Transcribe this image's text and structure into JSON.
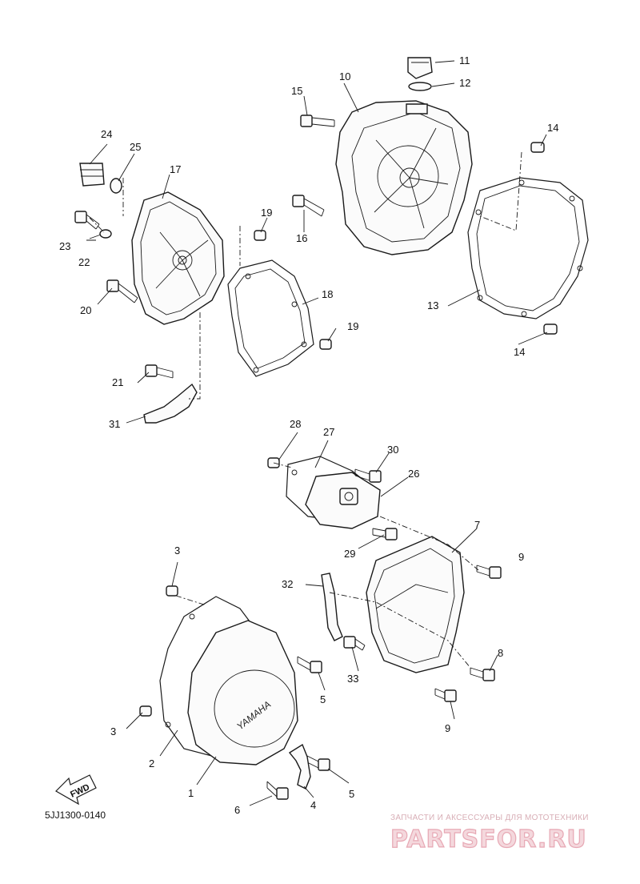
{
  "callouts": [
    "1",
    "2",
    "3",
    "3",
    "4",
    "5",
    "5",
    "6",
    "7",
    "8",
    "9",
    "9",
    "10",
    "11",
    "12",
    "13",
    "14",
    "14",
    "15",
    "16",
    "17",
    "18",
    "19",
    "19",
    "20",
    "21",
    "22",
    "23",
    "24",
    "25",
    "26",
    "27",
    "28",
    "29",
    "30",
    "31",
    "32",
    "33"
  ],
  "fwd_label": "FWD",
  "cover_brand": "YAMAHA",
  "diagram_code": "5JJ1300-0140",
  "watermark": {
    "tagline": "ЗАПЧАСТИ И АКСЕССУАРЫ ДЛЯ МОТОТЕХНИКИ",
    "logo": "PARTSFOR.RU"
  }
}
